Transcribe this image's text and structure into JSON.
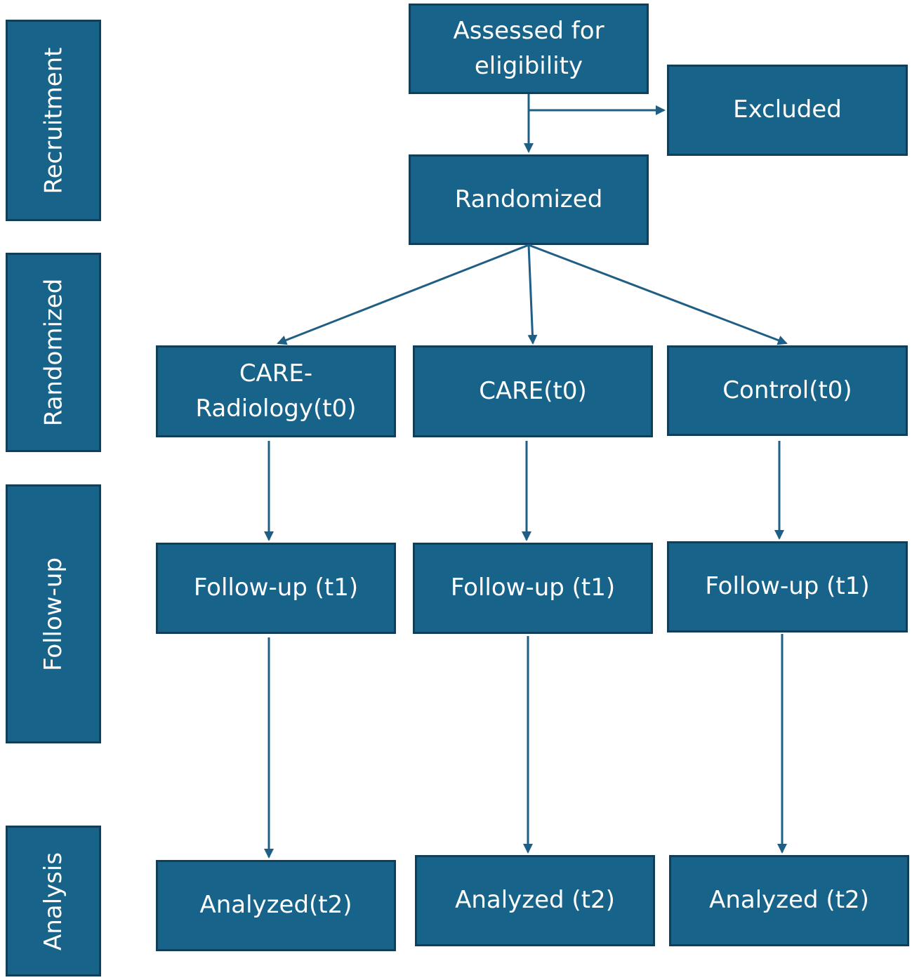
{
  "colors": {
    "box_fill": "#17638a",
    "box_border": "#0f3f5a",
    "arrow": "#1f5f85",
    "text": "#ffffff"
  },
  "phases": {
    "recruitment": "Recruitment",
    "randomized": "Randomized",
    "follow_up": "Follow-up",
    "analysis": "Analysis"
  },
  "nodes": {
    "assessed": "Assessed for\neligibility",
    "excluded": "Excluded",
    "randomized": "Randomized",
    "care_radiology": "CARE-\nRadiology(t0)",
    "care": "CARE(t0)",
    "control": "Control(t0)",
    "followup_1": "Follow-up (t1)",
    "followup_2": "Follow-up (t1)",
    "followup_3": "Follow-up (t1)",
    "analyzed_1": "Analyzed(t2)",
    "analyzed_2": "Analyzed (t2)",
    "analyzed_3": "Analyzed (t2)"
  }
}
